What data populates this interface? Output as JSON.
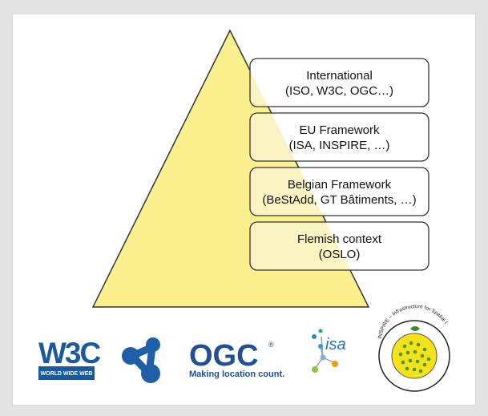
{
  "colors": {
    "pyramid_fill": "#fcf08e",
    "box_fill": "#fbf4c2",
    "box_fill_outside": "#ffffff",
    "outline": "#333333",
    "frame_bg": "#ffffff",
    "page_bg": "#e3e3e3"
  },
  "pyramid": {
    "levels": [
      {
        "title": "International",
        "subtitle": "(ISO, W3C, OGC…)"
      },
      {
        "title": "EU Framework",
        "subtitle": "(ISA, INSPIRE, …)"
      },
      {
        "title": "Belgian Framework",
        "subtitle": "(BeStAdd, GT Bâtiments, …)"
      },
      {
        "title": "Flemish context",
        "subtitle": "(OSLO)"
      }
    ]
  },
  "logos": {
    "w3c": {
      "mark": "W3C",
      "tagline": "WORLD WIDE WEB",
      "icon": "w3c-logo-icon"
    },
    "linked_data": {
      "icon": "linked-data-network-icon"
    },
    "ogc": {
      "mark": "OGC",
      "registered": "®",
      "tagline": "Making location count.",
      "icon": "ogc-logo-icon"
    },
    "isa": {
      "mark": "isa",
      "icon": "isa-logo-icon"
    },
    "inspire": {
      "ring_text": "INSPIRE – Infrastructure for Spatial Information in Europe",
      "icon": "inspire-seal-icon"
    }
  }
}
